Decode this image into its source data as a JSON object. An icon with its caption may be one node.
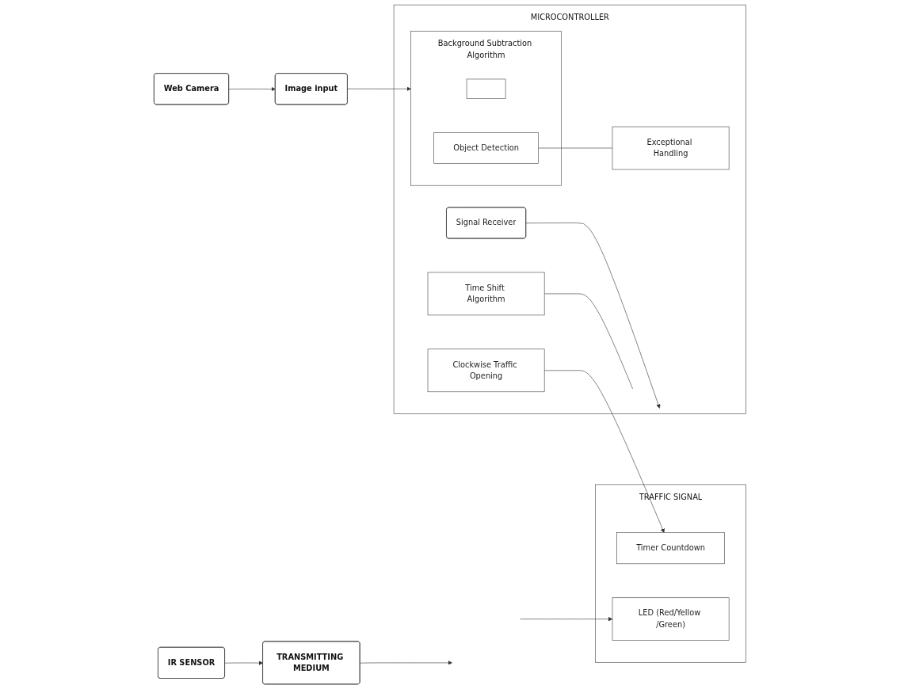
{
  "diagram": {
    "nodes": [
      {
        "text": [
          "MICROCONTROLLER"
        ]
      },
      {
        "text": [
          "IR SENSOR"
        ]
      },
      {
        "text": [
          "TRANSMITTING MEDIUM"
        ]
      },
      {
        "text": [
          "Signal Receiver"
        ],
        "in": 0
      },
      {
        "text": [
          "Time Shift Algorithm"
        ],
        "in": 0
      },
      {
        "text": [
          "Clockwise Traffic Opening"
        ],
        "in": 0
      },
      {
        "text": [
          "Web Camera"
        ]
      },
      {
        "text": [
          "Image input"
        ]
      },
      {
        "text": [
          "Background Subtraction Algorithm"
        ],
        "in": 0
      },
      {
        "text": [],
        "shape": "box",
        "in": 8
      },
      {
        "text": [
          "Object Detection"
        ],
        "in": 8
      },
      {
        "text": [
          "Exceptional Handling"
        ],
        "in": 0
      },
      {
        "text": [
          "TRAFFIC SIGNAL"
        ]
      },
      {
        "text": [
          "LED (Red/Yellow /Green)"
        ],
        "in": 12
      },
      {
        "text": [
          "Timer Countdown"
        ],
        "in": 12
      }
    ],
    "edges": [
      {
        "from": 1,
        "to": 2,
        "arrow": "to"
      },
      {
        "from": 2,
        "to": null,
        "arrow": "to"
      },
      {
        "from": 3,
        "to": null,
        "arrow": "to"
      },
      {
        "from": 6,
        "to": 7,
        "arrow": "to"
      },
      {
        "from": 7,
        "to": 8,
        "arrow": "to"
      },
      {
        "from": 10,
        "to": 11,
        "arrow": "none"
      },
      {
        "from": 4,
        "to": null,
        "arrow": "none"
      },
      {
        "from": 5,
        "to": 14,
        "arrow": "to"
      },
      {
        "from": null,
        "to": 13,
        "arrow": "to"
      }
    ]
  }
}
